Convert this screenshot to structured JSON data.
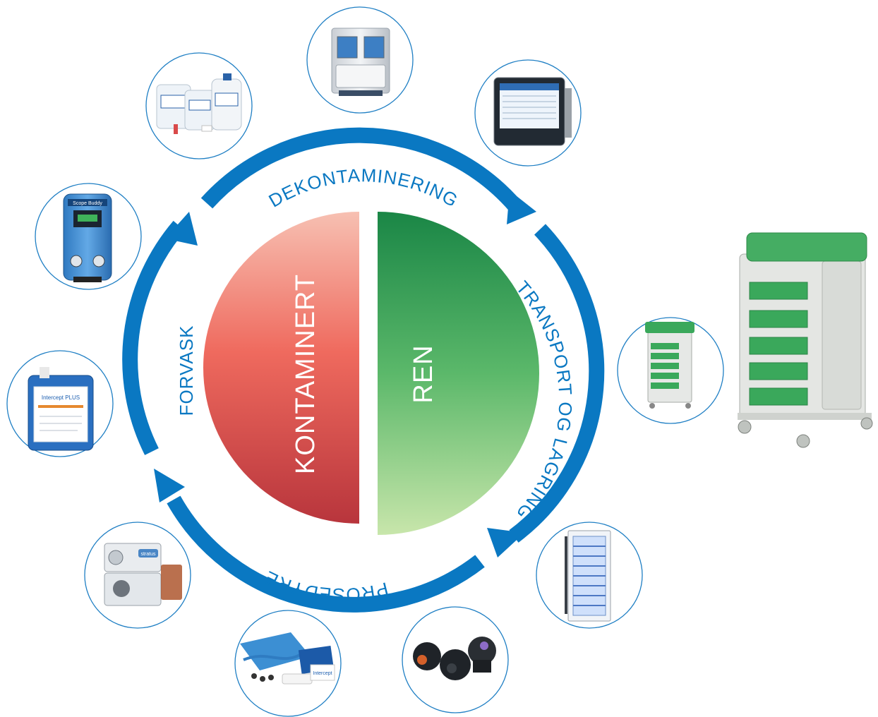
{
  "stages": {
    "dekontaminering": "DEKONTAMINERING",
    "transport": "TRANSPORT OG LAGRING",
    "prosedyre": "PROSEDYRE",
    "forvask": "FORVASK"
  },
  "halves": {
    "contaminated": "KONTAMINERT",
    "clean": "REN"
  },
  "product_labels": {
    "scope_buddy": "Scope Buddy",
    "intercept": "Intercept PLUS",
    "stratus": "stratus",
    "intercept_kit": "Intercept"
  },
  "colors": {
    "ring": "#0a78c2",
    "contaminated_top": "#f6b6a8",
    "contaminated_bottom": "#c0393e",
    "clean_top": "#1c8a4a",
    "clean_bottom": "#c3e3a6",
    "tray_green": "#3aa85b"
  },
  "products": [
    {
      "icon": "disinfectant-bottles-icon"
    },
    {
      "icon": "endoscope-washer-icon"
    },
    {
      "icon": "tracking-monitor-icon"
    },
    {
      "icon": "scope-buddy-pump-icon"
    },
    {
      "icon": "detergent-canister-icon"
    },
    {
      "icon": "stratus-pump-icon"
    },
    {
      "icon": "procedure-kit-icon"
    },
    {
      "icon": "valve-caps-icon"
    },
    {
      "icon": "drying-cabinet-icon"
    },
    {
      "icon": "transport-cart-small-icon"
    },
    {
      "icon": "transport-cart-large-icon"
    }
  ]
}
